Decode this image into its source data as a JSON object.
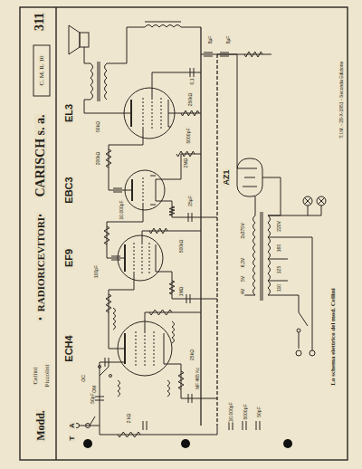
{
  "diagram": {
    "title": "CARISCH s. a.",
    "caption": "Lo schema elettrico del mod. Cellini",
    "labels": [
      "311",
      "C. M. R. 10",
      "•",
      "RADIORICEVITORI",
      "•",
      "Cellini",
      "Piccolini",
      "Modd.",
      "EL3",
      "EBC3",
      "EF9",
      "ECH4",
      "AZ1",
      "T.I.M. - 28-X-1951 - Seconda Edizione",
      "50kΩ",
      "250kΩ",
      "5000pF",
      "0,1",
      "200kΩ",
      "10.000pF",
      "2MΩ",
      "500kΩ",
      "25μF",
      "100pF",
      "1MΩ",
      "MF 465 Kc",
      "50pF",
      "25kΩ",
      "OC",
      "OM",
      "A",
      "T",
      "8μF",
      "8μF",
      "2x375V",
      "6,3V",
      "5V",
      "4V",
      "220V",
      "160",
      "125",
      "110",
      "10.000pF",
      "5000pF",
      "50pF",
      "2 kΩ"
    ]
  }
}
